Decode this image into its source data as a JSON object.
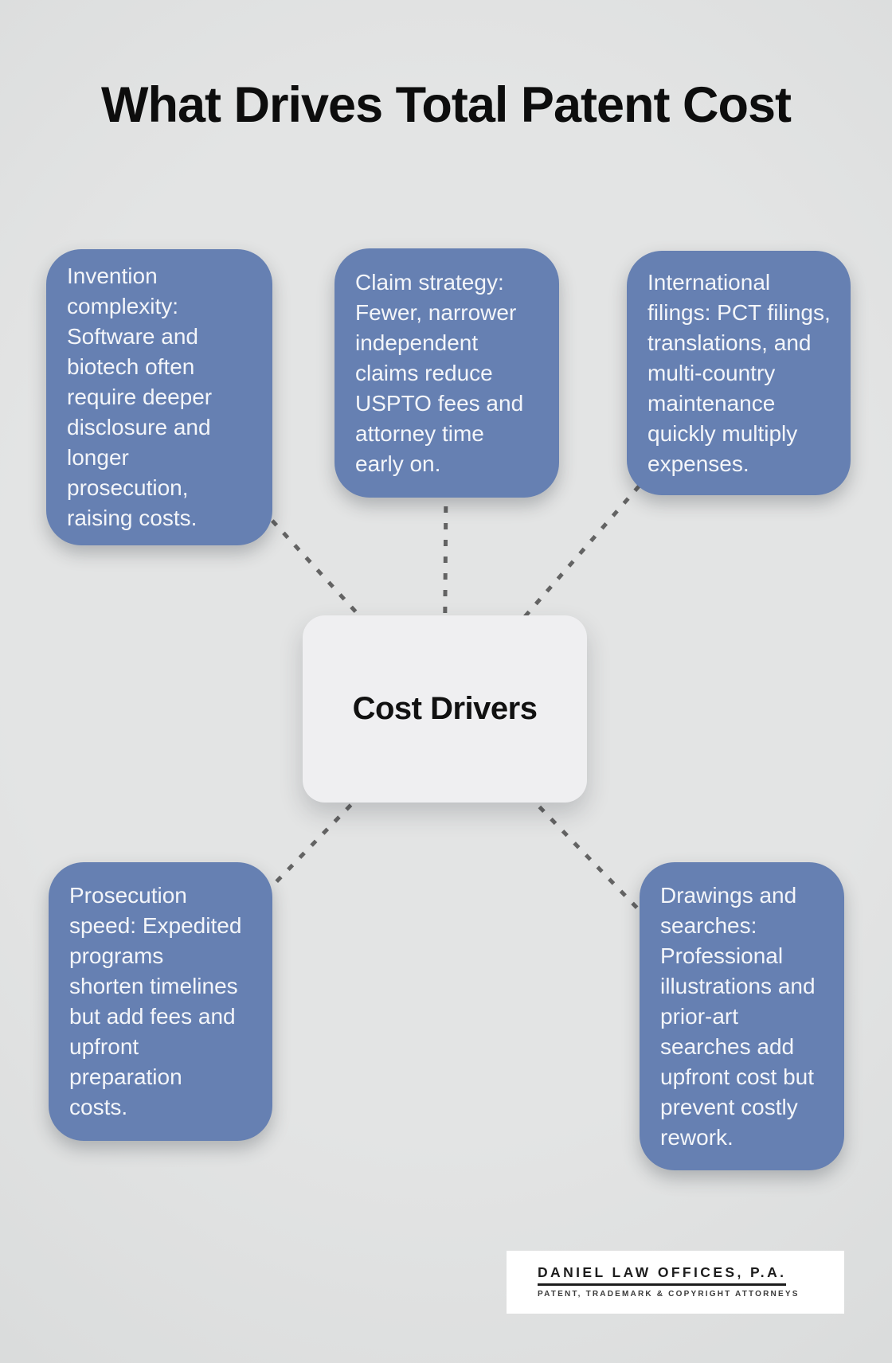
{
  "title": "What Drives Total Patent Cost",
  "center": {
    "label": "Cost Drivers"
  },
  "drivers": [
    {
      "id": "invention-complexity",
      "text": "Invention\ncomplexity:\nSoftware and\nbiotech often\nrequire deeper\ndisclosure and\nlonger\nprosecution,\nraising costs."
    },
    {
      "id": "claim-strategy",
      "text": "Claim strategy:\nFewer, narrower\nindependent\nclaims reduce\nUSPTO fees and\nattorney time\nearly on."
    },
    {
      "id": "international-filings",
      "text": "International\nfilings: PCT filings,\ntranslations, and\nmulti-country\nmaintenance\nquickly multiply\nexpenses."
    },
    {
      "id": "prosecution-speed",
      "text": "Prosecution\nspeed: Expedited\nprograms\nshorten timelines\nbut add fees and\nupfront\npreparation\ncosts."
    },
    {
      "id": "drawings-searches",
      "text": "Drawings and\nsearches:\nProfessional\nillustrations and\nprior-art\nsearches add\nupfront cost but\nprevent costly\nrework."
    }
  ],
  "logo": {
    "name": "DANIEL LAW OFFICES, P.A.",
    "tagline": "PATENT, TRADEMARK & COPYRIGHT ATTORNEYS"
  },
  "colors": {
    "background": "#e1e2e2",
    "driver_box": "#6680b2",
    "driver_text": "#f3f5f9",
    "center_box": "#efeff1",
    "connector": "#636363",
    "title_text": "#0d0d0d",
    "logo_background": "#ffffff",
    "logo_text": "#1d1d1d"
  }
}
